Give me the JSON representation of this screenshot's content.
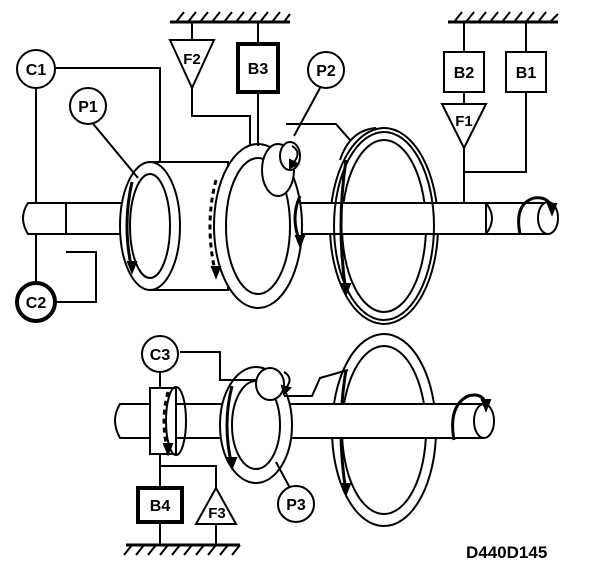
{
  "labels": {
    "c1": "C1",
    "c2": "C2",
    "c3": "C3",
    "p1": "P1",
    "p2": "P2",
    "p3": "P3",
    "f1": "F1",
    "f2": "F2",
    "f3": "F3",
    "b1": "B1",
    "b2": "B2",
    "b3": "B3",
    "b4": "B4"
  },
  "reference_code": "D440D145",
  "colors": {
    "ink": "#000000",
    "paper": "#ffffff"
  }
}
